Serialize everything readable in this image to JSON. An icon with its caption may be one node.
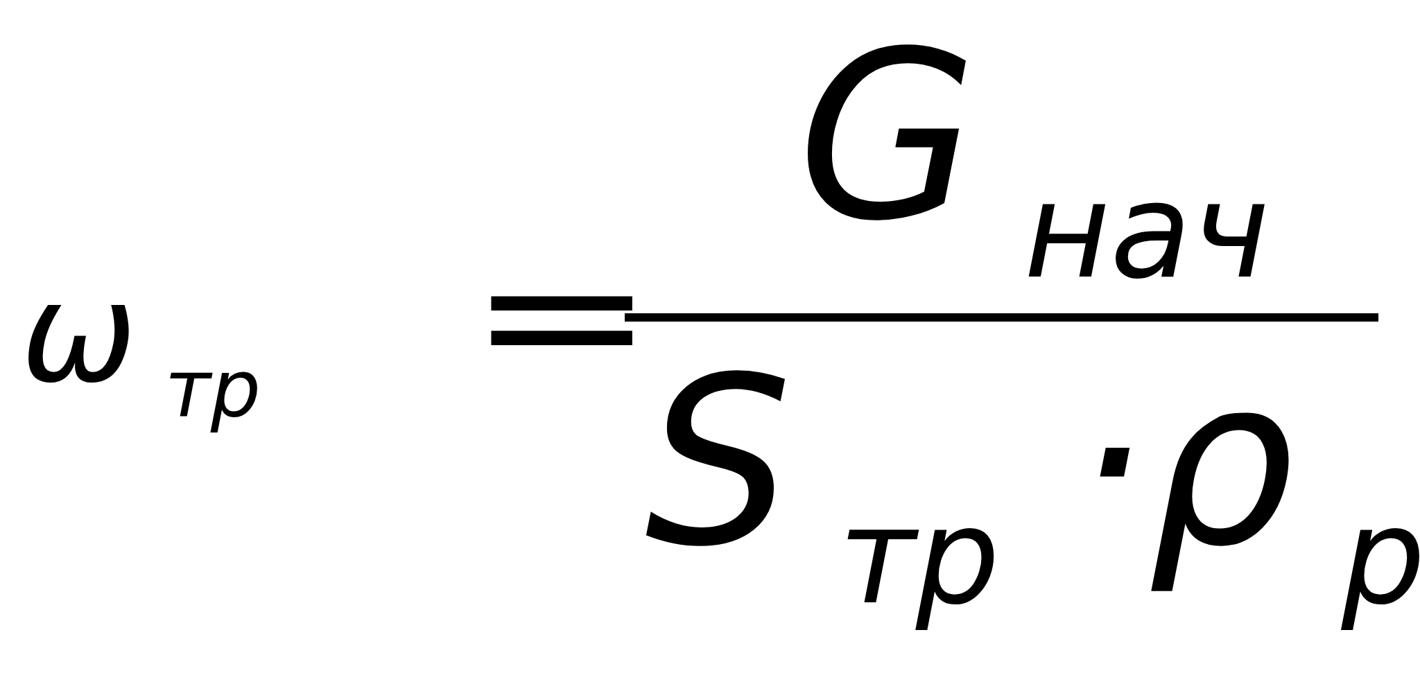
{
  "diagram": {
    "labels": [
      "ω$_{тр}$",
      "=",
      "G$_{нач}$",
      "S$_{тр}$ ·ρ$_{р}$"
    ]
  }
}
